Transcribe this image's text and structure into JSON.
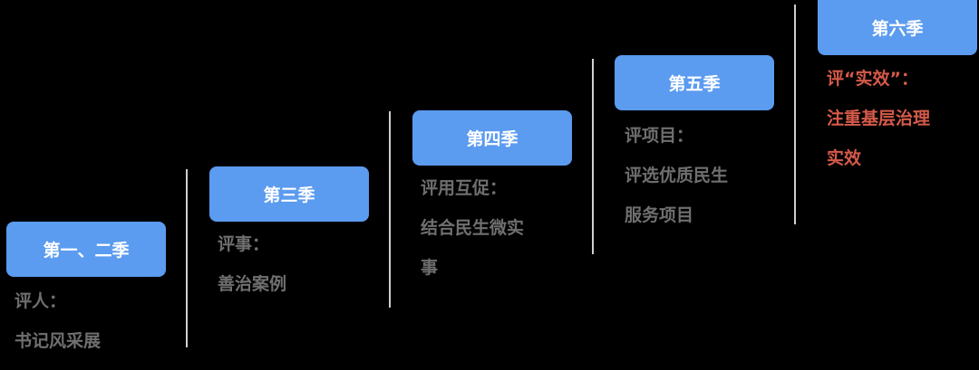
{
  "colors": {
    "box": "#5b9bf0",
    "text": "#6f6f6f",
    "highlight": "#d65a4a",
    "divider": "#cfcfcf"
  },
  "seasons": [
    {
      "label": "第一、二季",
      "lines": [
        "评人：",
        "书记风采展"
      ]
    },
    {
      "label": "第三季",
      "lines": [
        "评事：",
        "善治案例"
      ]
    },
    {
      "label": "第四季",
      "lines": [
        "评用互促：",
        "结合民生微实",
        "事"
      ]
    },
    {
      "label": "第五季",
      "lines": [
        "评项目：",
        "评选优质民生",
        "服务项目"
      ]
    },
    {
      "label": "第六季",
      "lines": [
        "评“实效”：",
        "注重基层治理",
        "实效"
      ]
    }
  ]
}
